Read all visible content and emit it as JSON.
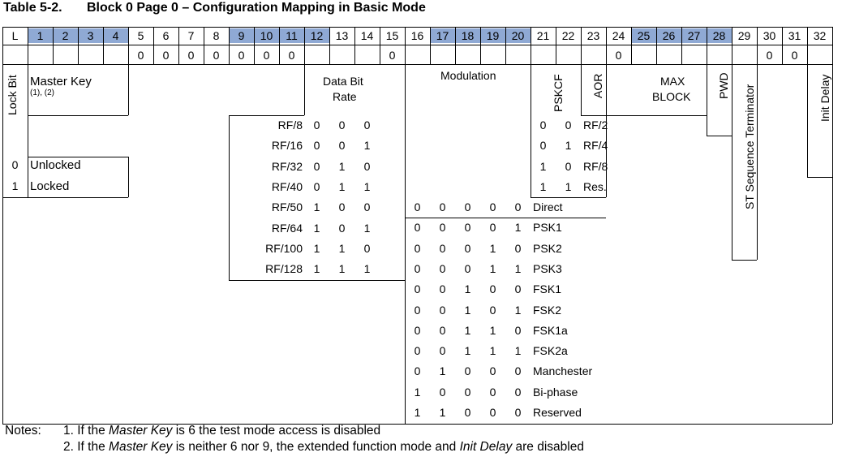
{
  "caption": {
    "number": "Table 5-2.",
    "title": "Block 0 Page 0 – Configuration Mapping in Basic Mode"
  },
  "header": {
    "bits": [
      "L",
      "1",
      "2",
      "3",
      "4",
      "5",
      "6",
      "7",
      "8",
      "9",
      "10",
      "11",
      "12",
      "13",
      "14",
      "15",
      "16",
      "17",
      "18",
      "19",
      "20",
      "21",
      "22",
      "23",
      "24",
      "25",
      "26",
      "27",
      "28",
      "29",
      "30",
      "31",
      "32"
    ],
    "highlighted": [
      1,
      2,
      3,
      4,
      9,
      10,
      11,
      12,
      17,
      18,
      19,
      20,
      25,
      26,
      27,
      28
    ],
    "zeros": [
      {
        "col": 5,
        "v": "0"
      },
      {
        "col": 6,
        "v": "0"
      },
      {
        "col": 7,
        "v": "0"
      },
      {
        "col": 8,
        "v": "0"
      },
      {
        "col": 9,
        "v": "0"
      },
      {
        "col": 10,
        "v": "0"
      },
      {
        "col": 11,
        "v": "0"
      },
      {
        "col": 15,
        "v": "0"
      },
      {
        "col": 24,
        "v": "0"
      },
      {
        "col": 30,
        "v": "0"
      },
      {
        "col": 31,
        "v": "0"
      }
    ]
  },
  "fields": {
    "lock_bit": "Lock Bit",
    "master_key": "Master Key",
    "master_key_sup": "(1), (2)",
    "data_bit_rate_1": "Data Bit",
    "data_bit_rate_2": "Rate",
    "modulation": "Modulation",
    "pskcf": "PSKCF",
    "aor": "AOR",
    "max_block_1": "MAX",
    "max_block_2": "BLOCK",
    "pwd": "PWD",
    "st_sequence": "ST Sequence Terminator",
    "init_delay": "Init Delay"
  },
  "lock": [
    {
      "bit": "0",
      "label": "Unlocked"
    },
    {
      "bit": "1",
      "label": "Locked"
    }
  ],
  "rates": [
    {
      "label": "RF/8",
      "b": [
        "0",
        "0",
        "0"
      ]
    },
    {
      "label": "RF/16",
      "b": [
        "0",
        "0",
        "1"
      ]
    },
    {
      "label": "RF/32",
      "b": [
        "0",
        "1",
        "0"
      ]
    },
    {
      "label": "RF/40",
      "b": [
        "0",
        "1",
        "1"
      ]
    },
    {
      "label": "RF/50",
      "b": [
        "1",
        "0",
        "0"
      ]
    },
    {
      "label": "RF/64",
      "b": [
        "1",
        "0",
        "1"
      ]
    },
    {
      "label": "RF/100",
      "b": [
        "1",
        "1",
        "0"
      ]
    },
    {
      "label": "RF/128",
      "b": [
        "1",
        "1",
        "1"
      ]
    }
  ],
  "pskcf_rows": [
    {
      "b": [
        "0",
        "0"
      ],
      "label": "RF/2"
    },
    {
      "b": [
        "0",
        "1"
      ],
      "label": "RF/4"
    },
    {
      "b": [
        "1",
        "0"
      ],
      "label": "RF/8"
    },
    {
      "b": [
        "1",
        "1"
      ],
      "label": "Res."
    }
  ],
  "modulation_rows": [
    {
      "b": [
        "0",
        "0",
        "0",
        "0",
        "0"
      ],
      "label": "Direct"
    },
    {
      "b": [
        "0",
        "0",
        "0",
        "0",
        "1"
      ],
      "label": "PSK1"
    },
    {
      "b": [
        "0",
        "0",
        "0",
        "1",
        "0"
      ],
      "label": "PSK2"
    },
    {
      "b": [
        "0",
        "0",
        "0",
        "1",
        "1"
      ],
      "label": "PSK3"
    },
    {
      "b": [
        "0",
        "0",
        "1",
        "0",
        "0"
      ],
      "label": "FSK1"
    },
    {
      "b": [
        "0",
        "0",
        "1",
        "0",
        "1"
      ],
      "label": "FSK2"
    },
    {
      "b": [
        "0",
        "0",
        "1",
        "1",
        "0"
      ],
      "label": "FSK1a"
    },
    {
      "b": [
        "0",
        "0",
        "1",
        "1",
        "1"
      ],
      "label": "FSK2a"
    },
    {
      "b": [
        "0",
        "1",
        "0",
        "0",
        "0"
      ],
      "label": "Manchester"
    },
    {
      "b": [
        "1",
        "0",
        "0",
        "0",
        "0"
      ],
      "label": "Bi-phase"
    },
    {
      "b": [
        "1",
        "1",
        "0",
        "0",
        "0"
      ],
      "label": "Reserved"
    }
  ],
  "notes": {
    "label": "Notes:",
    "n1_num": "1.",
    "n1_a": "If the ",
    "n1_em": "Master Key",
    "n1_b": " is 6 the test mode access is disabled",
    "n2_num": "2.",
    "n2_a": "If the ",
    "n2_em1": "Master Key",
    "n2_b": " is neither 6 nor 9, the extended function mode and ",
    "n2_em2": "Init Delay",
    "n2_c": " are disabled"
  }
}
